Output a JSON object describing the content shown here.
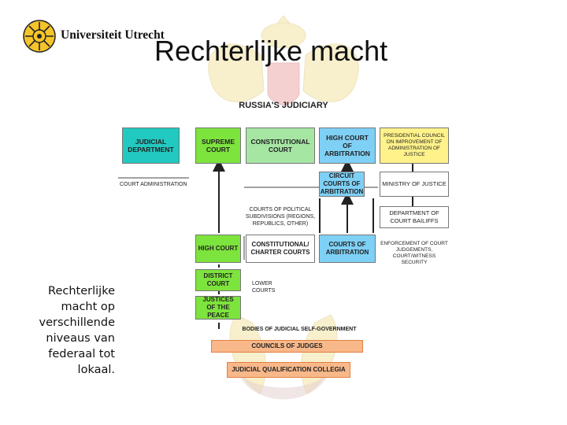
{
  "header": {
    "logo_text": "Universiteit Utrecht",
    "title": "Rechterlijke macht"
  },
  "side_text": "Rechterlijke macht op verschillende niveaus van federaal tot lokaal.",
  "diagram": {
    "title": "RUSSIA'S JUDICIARY",
    "boxes": {
      "judicial_department": "JUDICIAL DEPARTMENT",
      "supreme_court": "SUPREME COURT",
      "constitutional_court": "CONSTITUTIONAL COURT",
      "high_court_arbitration": "HIGH COURT OF ARBITRATION",
      "presidential_council": "PRESIDENTIAL COUNCIL ON IMPROVEMENT OF ADMINISTRATION OF JUSTICE",
      "circuit_courts": "CIRCUIT COURTS OF ARBITRATION",
      "ministry_of_justice": "MINISTRY OF JUSTICE",
      "department_bailiffs": "DEPARTMENT OF COURT BAILIFFS",
      "high_court": "HIGH COURT",
      "constitutional_charter": "CONSTITUTIONAL/ CHARTER COURTS",
      "courts_of_arbitration": "COURTS OF ARBITRATION",
      "district_court": "DISTRICT COURT",
      "justices_of_peace": "JUSTICES OF THE PEACE",
      "councils_of_judges": "COUNCILS OF JUDGES",
      "qualification_collegia": "JUDICIAL QUALIFICATION COLLEGIA"
    },
    "labels": {
      "court_administration": "COURT ADMINISTRATION",
      "political_subdivisions": "COURTS OF POLITICAL SUBDIVISIONS (REGIONS, REPUBLICS, OTHER)",
      "enforcement": "ENFORCEMENT OF COURT JUDGEMENTS, COURT/WITNESS SECURITY",
      "lower_courts": "LOWER COURTS",
      "self_government": "BODIES OF JUDICIAL SELF-GOVERNMENT"
    }
  },
  "colors": {
    "teal": "#22c9c0",
    "green": "#7de33d",
    "light_green": "#a5e6a3",
    "blue": "#7fd0f5",
    "yellow": "#fff28a",
    "orange": "#f8b88a",
    "emblem_gold": "#e8c84a"
  },
  "icons": {
    "logo": "sun-seal-icon",
    "emblem": "double-headed-eagle-icon"
  }
}
